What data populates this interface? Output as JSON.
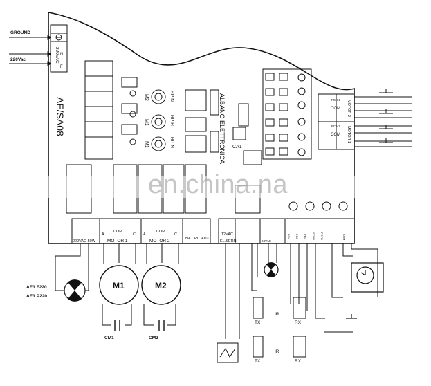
{
  "inputs": {
    "ground": "GROUND",
    "supply": "220Vac",
    "terminal_n": "N",
    "terminal_f": "F",
    "terminal_voltage": "220VAC"
  },
  "board": {
    "model": "AE/SA08",
    "maker": "ALBANO ELETTRONICA",
    "trim_labels": [
      "RP-N",
      "RP-R",
      "RP-N"
    ],
    "motor_trims": [
      "M2",
      "M1",
      "M1"
    ],
    "capacitor_label": "CA1"
  },
  "terminals": {
    "lamp": "220VAC 50W",
    "motor1_pins": [
      "A",
      "COM",
      "C"
    ],
    "motor1": "MOTOR 1",
    "motor2_pins": [
      "A",
      "COM",
      "C"
    ],
    "motor2": "MOTOR 2",
    "aux": [
      "NA",
      "RL",
      "AUX"
    ],
    "lock_power": "12VAC",
    "lock": "EL.SERR",
    "tiny_labels": [
      "24VAC",
      "FCH",
      "FCA",
      "PED",
      "STOP",
      "FOTO",
      "COM"
    ]
  },
  "right_block": {
    "labels": [
      "COM",
      "MOTOR 2",
      "COM",
      "MOTOR 1"
    ],
    "small": [
      "FCH 2",
      "FCA 1"
    ]
  },
  "devices": {
    "flasher_models": [
      "AE/LF220",
      "AE/LP220"
    ],
    "motor1": "M1",
    "motor2": "M2",
    "cap1": "CM1",
    "cap2": "CM2",
    "photocell_tx": "TX",
    "photocell_rx": "RX",
    "ir": "IR"
  },
  "watermark": "en.china.na"
}
